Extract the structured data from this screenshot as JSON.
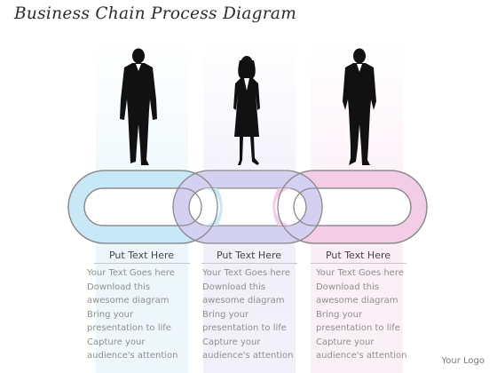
{
  "title": "Business Chain Process Diagram",
  "steps": [
    {
      "caption": "Put Text Here",
      "text": "Your Text Goes here\nDownload this\nawesome diagram\nBring your\npresentation to life\nCapture your\naudience's attention",
      "color": "#bfe3f5"
    },
    {
      "caption": "Put Text Here",
      "text": "Your Text Goes here\nDownload this\nawesome diagram\nBring your\npresentation to life\nCapture your\naudience's attention",
      "color": "#c9c6ee"
    },
    {
      "caption": "Put Text Here",
      "text": "Your Text Goes here\nDownload this\nawesome diagram\nBring your\npresentation to life\nCapture your\naudience's attention",
      "color": "#efc2e0"
    }
  ],
  "logo": "Your Logo",
  "figures": [
    "businessman-icon",
    "businesswoman-icon",
    "businessman-icon"
  ]
}
